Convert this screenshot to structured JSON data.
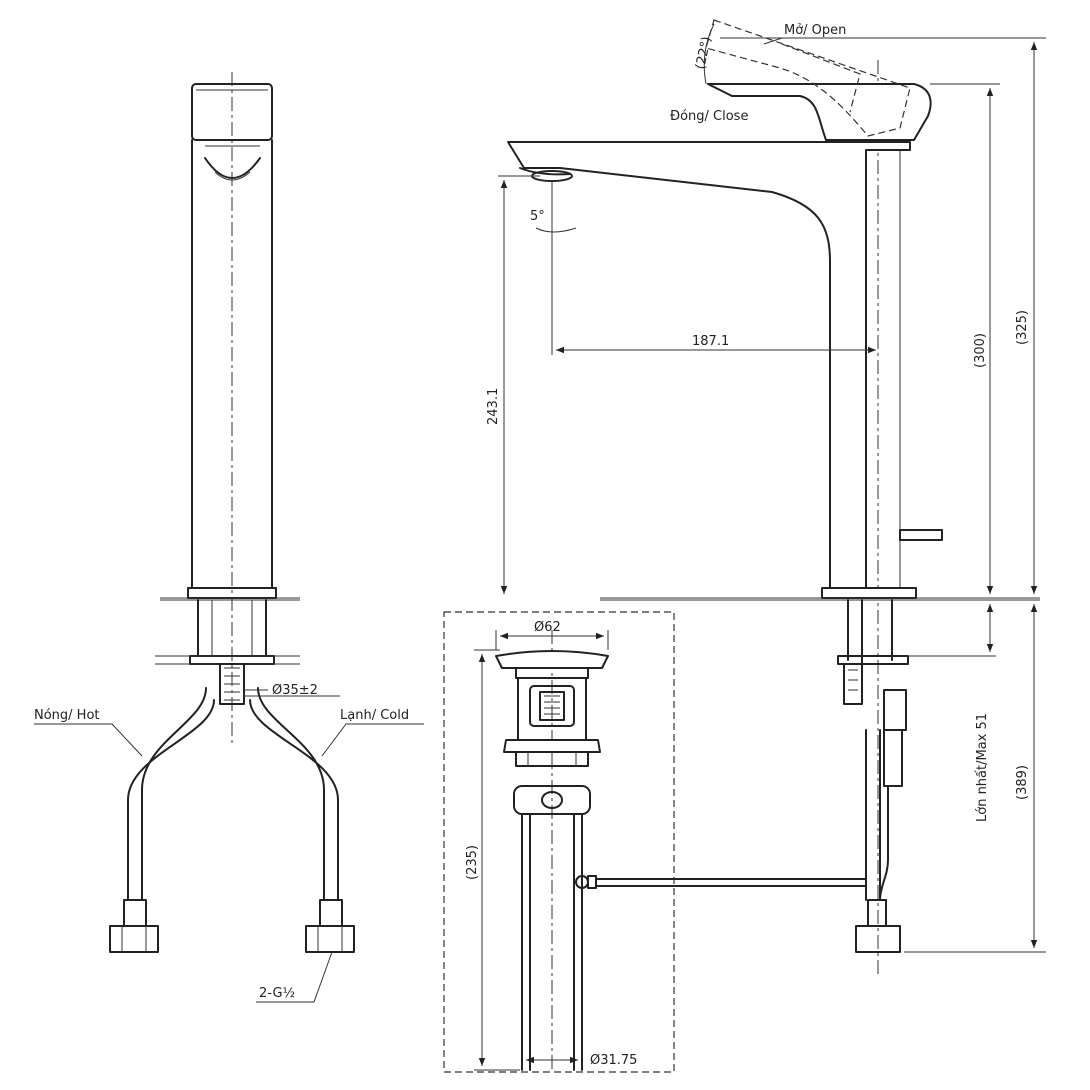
{
  "labels": {
    "open": "Mở/ Open",
    "close": "Đóng/ Close",
    "hot": "Nóng/ Hot",
    "cold": "Lạnh/ Cold",
    "max_height": "Lớn nhất/Max 51",
    "thread": "2-G½"
  },
  "dimensions": {
    "lever_angle": "(22°)",
    "spout_angle": "5°",
    "spout_reach": "187.1",
    "spout_height": "243.1",
    "body_height": "(300)",
    "total_height": "(325)",
    "supply_length": "(389)",
    "waste_length": "(235)",
    "waste_cap_diameter": "Ø62",
    "waste_pipe_diameter": "Ø31.75",
    "mount_hole": "Ø35±2"
  },
  "colors": {
    "line": "#222222",
    "background": "#ffffff"
  }
}
